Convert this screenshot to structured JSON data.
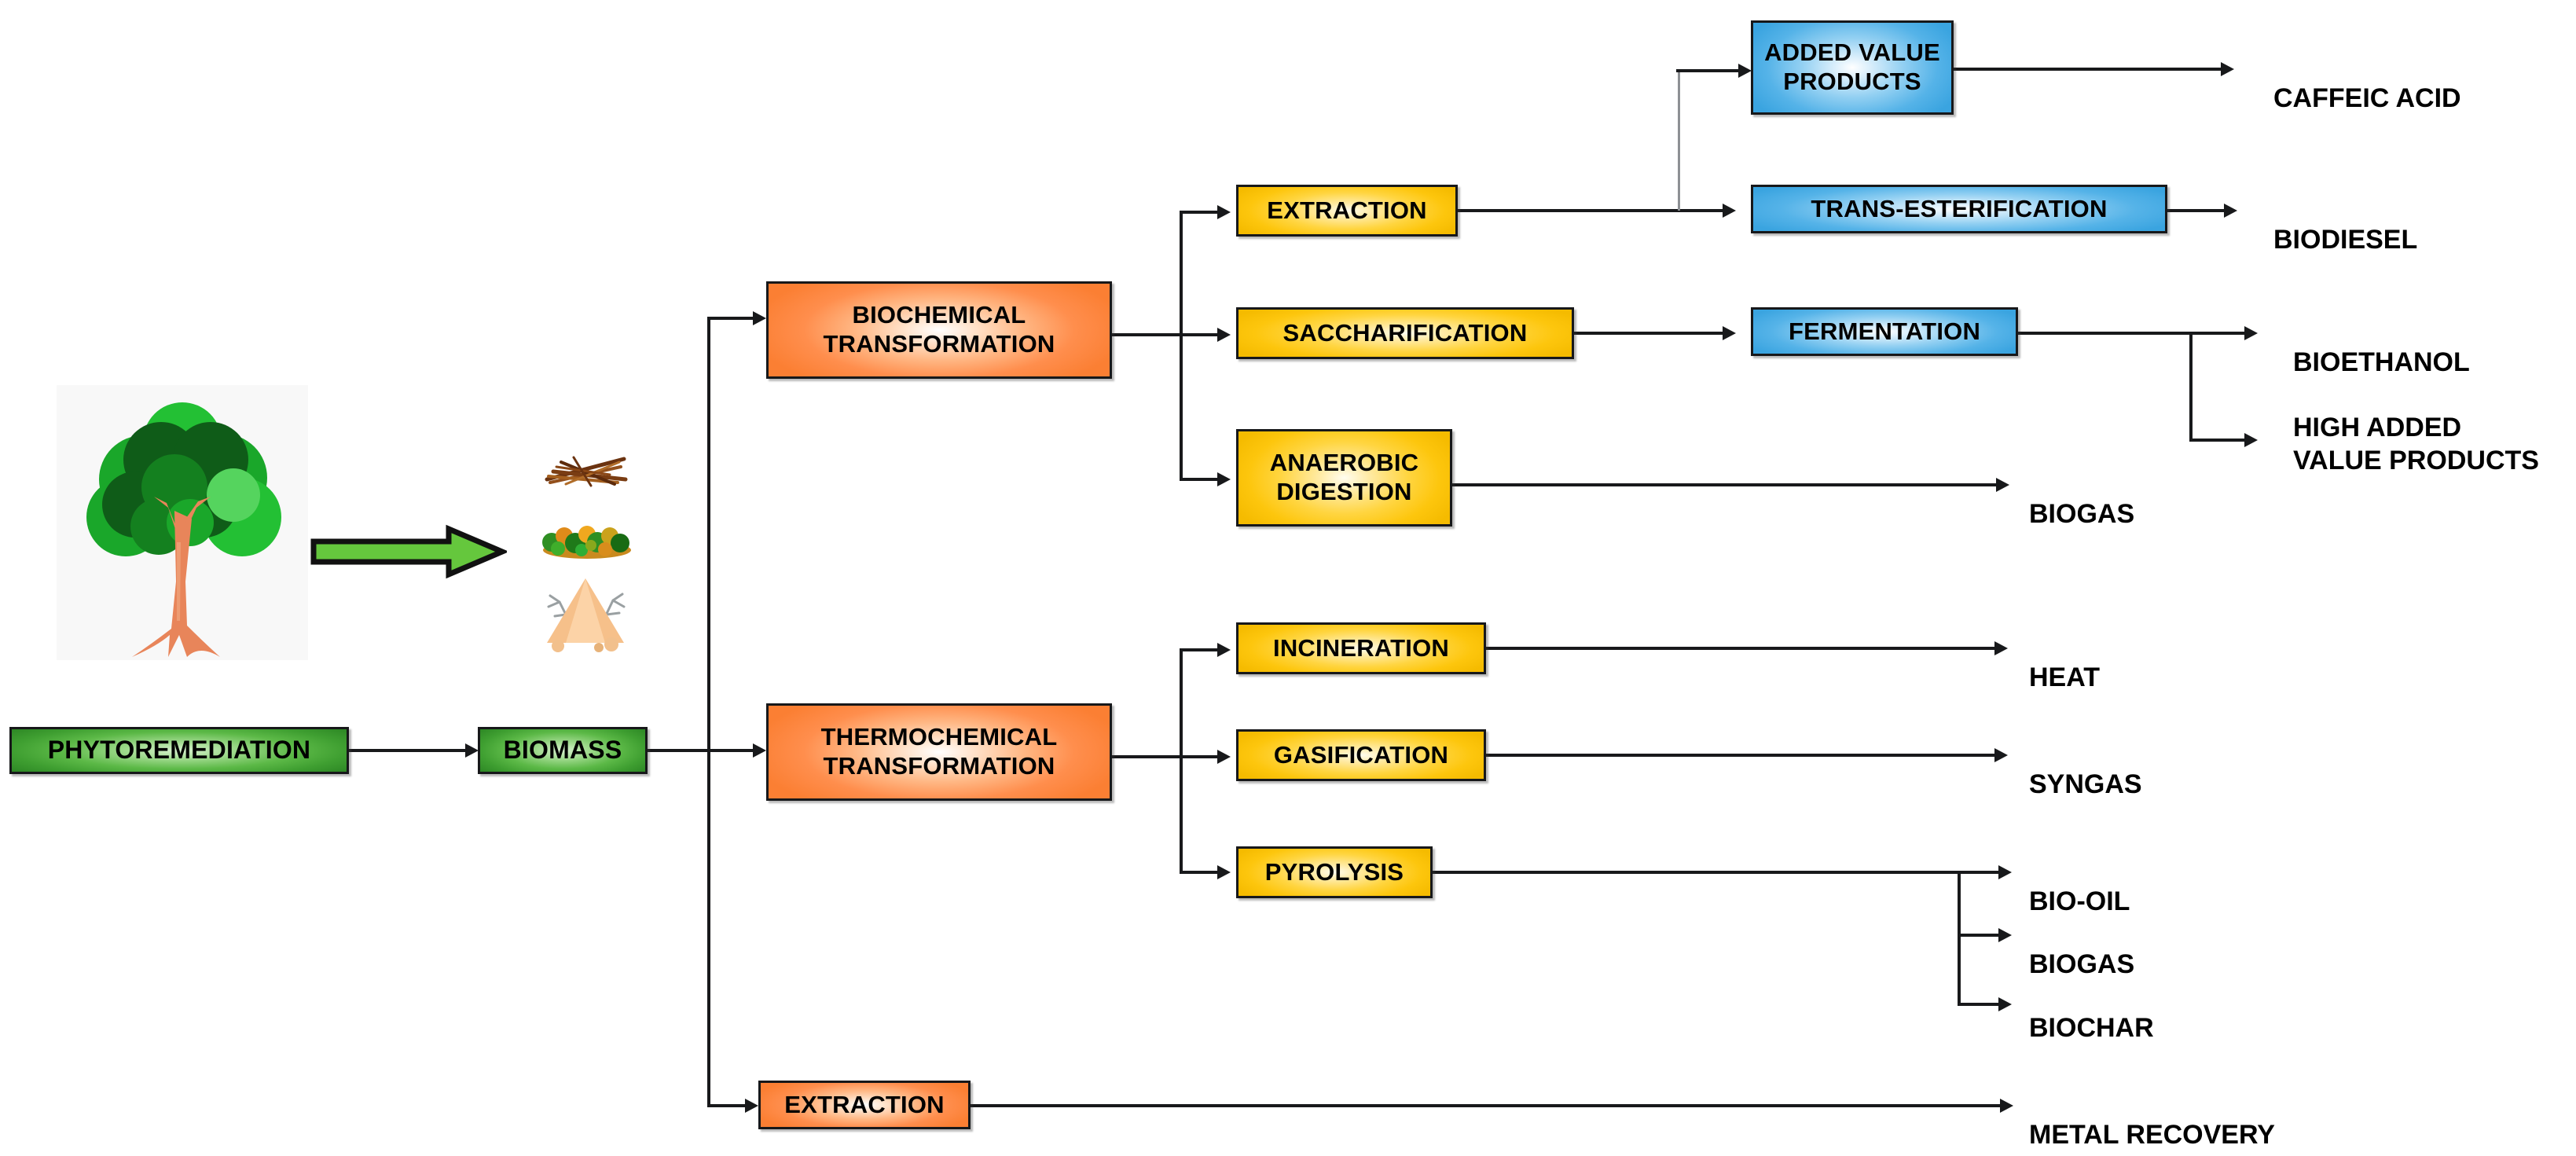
{
  "diagram": {
    "title": "Phytoremediation biomass valorisation pathways",
    "palette": {
      "green": "#5cb947",
      "orange": "#ff8e4d",
      "yellow": "#ffd540",
      "blue": "#55b3e8",
      "line": "#18191b",
      "thin_line": "#8d9094",
      "background": "#ffffff"
    },
    "stage1": {
      "phytoremediation": "PHYTOREMEDIATION",
      "biomass": "BIOMASS"
    },
    "illustration": {
      "tree": "tree-illustration",
      "arrow": "green-block-arrow",
      "feedstocks": [
        "twigs-branches-image",
        "leaf-litter-image",
        "sawdust-pile-image"
      ]
    },
    "transformations": [
      {
        "id": "biochemical",
        "label": "BIOCHEMICAL\nTRANSFORMATION"
      },
      {
        "id": "thermochemical",
        "label": "THERMOCHEMICAL\nTRANSFORMATION"
      },
      {
        "id": "extraction",
        "label": "EXTRACTION"
      }
    ],
    "processes": {
      "biochemical": [
        {
          "id": "extraction",
          "label": "EXTRACTION"
        },
        {
          "id": "saccharification",
          "label": "SACCHARIFICATION"
        },
        {
          "id": "anaerobic-digestion",
          "label": "ANAEROBIC\nDIGESTION"
        }
      ],
      "thermochemical": [
        {
          "id": "incineration",
          "label": "INCINERATION"
        },
        {
          "id": "gasification",
          "label": "GASIFICATION"
        },
        {
          "id": "pyrolysis",
          "label": "PYROLYSIS"
        }
      ]
    },
    "secondary": [
      {
        "id": "added-value-products",
        "label": "ADDED VALUE\nPRODUCTS"
      },
      {
        "id": "trans-esterification",
        "label": "TRANS-ESTERIFICATION"
      },
      {
        "id": "fermentation",
        "label": "FERMENTATION"
      }
    ],
    "products": [
      {
        "id": "caffeic-acid",
        "label": "CAFFEIC ACID"
      },
      {
        "id": "biodiesel",
        "label": "BIODIESEL"
      },
      {
        "id": "bioethanol",
        "label": "BIOETHANOL"
      },
      {
        "id": "high-added-value",
        "label": "HIGH ADDED\nVALUE PRODUCTS"
      },
      {
        "id": "biogas-ad",
        "label": "BIOGAS"
      },
      {
        "id": "heat",
        "label": "HEAT"
      },
      {
        "id": "syngas",
        "label": "SYNGAS"
      },
      {
        "id": "bio-oil",
        "label": "BIO-OIL"
      },
      {
        "id": "biogas-pyro",
        "label": "BIOGAS"
      },
      {
        "id": "biochar",
        "label": "BIOCHAR"
      },
      {
        "id": "metal-recovery",
        "label": "METAL RECOVERY"
      }
    ]
  }
}
